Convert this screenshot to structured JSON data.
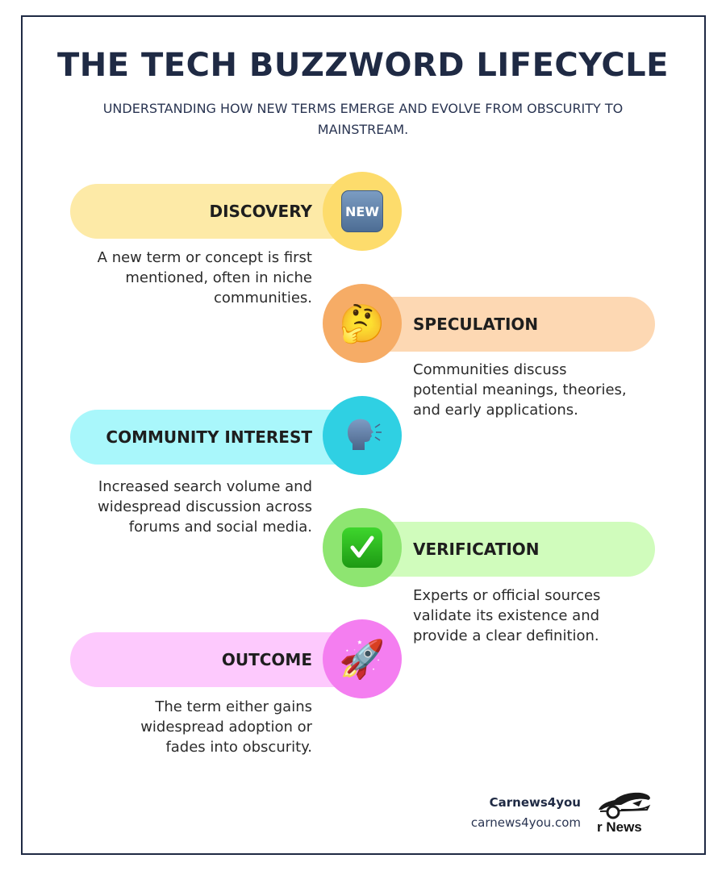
{
  "header": {
    "title": "THE TECH BUZZWORD LIFECYCLE",
    "subtitle_line1": "UNDERSTANDING HOW NEW TERMS EMERGE AND EVOLVE FROM OBSCURITY TO",
    "subtitle_line2": "MAINSTREAM."
  },
  "stages": [
    {
      "label": "DISCOVERY",
      "icon": "new-button-icon",
      "icon_text": "NEW",
      "pill_color": "#fdeaa7",
      "circle_color": "#fddc6c",
      "side": "left",
      "description": [
        "A new term or concept is first",
        "mentioned, often in niche",
        "communities."
      ]
    },
    {
      "label": "SPECULATION",
      "icon": "thinking-face-icon",
      "icon_text": "🤔",
      "pill_color": "#fdd8b3",
      "circle_color": "#f6ac66",
      "side": "right",
      "description": [
        "Communities discuss",
        "potential meanings, theories,",
        "and early applications."
      ]
    },
    {
      "label": "COMMUNITY INTEREST",
      "icon": "speaking-head-icon",
      "icon_text": "🗣",
      "pill_color": "#a9f7fb",
      "circle_color": "#2fd0e3",
      "side": "left",
      "description": [
        "Increased search volume and",
        "widespread discussion across",
        "forums and social media."
      ]
    },
    {
      "label": "VERIFICATION",
      "icon": "check-mark-button-icon",
      "icon_text": "✔",
      "pill_color": "#d0fcbc",
      "circle_color": "#8ee571",
      "side": "right",
      "description": [
        "Experts or official sources",
        "validate its existence and",
        "provide a clear definition."
      ]
    },
    {
      "label": "OUTCOME",
      "icon": "rocket-icon",
      "icon_text": "🚀",
      "pill_color": "#fdc9fd",
      "circle_color": "#f47ef0",
      "side": "left",
      "description": [
        "The term either gains",
        "widespread adoption or",
        "fades into obscurity."
      ]
    }
  ],
  "footer": {
    "brand_name": "Carnews4you",
    "url": "carnews4you.com",
    "logo_text": "r News"
  },
  "colors": {
    "frame_border": "#1f2a44",
    "title": "#1f2a44",
    "body_text": "#2b2b2b"
  }
}
